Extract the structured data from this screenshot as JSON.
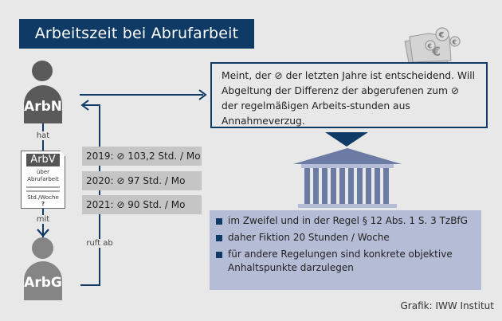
{
  "title": "Arbeitszeit bei Abrufarbeit",
  "persons": {
    "employee": {
      "label": "ArbN",
      "color": "#5a5a5a"
    },
    "employer": {
      "label": "ArbG",
      "color": "#858585"
    }
  },
  "connectors": {
    "hat": "hat",
    "mit": "mit",
    "ruft_ab": "ruft ab"
  },
  "contract": {
    "title": "ArbV",
    "line1": "über",
    "line2": "Abrufarbeit",
    "hours": "Std./Woche",
    "question": "?"
  },
  "years": [
    {
      "label": "2019:  ⊘ 103,2 Std. / Mo"
    },
    {
      "label": "2020:  ⊘ 97 Std. / Mo"
    },
    {
      "label": "2021:  ⊘ 90 Std. / Mo"
    }
  ],
  "claim_text": "Meint, der ⊘ der letzten Jahre ist entscheidend. Will Abgeltung der Differenz der abgerufenen zum ⊘ der regelmäßigen Arbeits-stunden aus Annahmeverzug.",
  "court_findings": [
    {
      "text": "im Zweifel und in der Regel § 12 Abs. 1 S. 3 TzBfG"
    },
    {
      "text": "daher Fiktion 20 Stunden / Woche"
    },
    {
      "text": "für andere Regelungen sind konkrete objektive Anhaltspunkte darzulegen"
    }
  ],
  "credit": "Grafik: IWW Institut",
  "colors": {
    "navy": "#0f3a66",
    "background": "#e8e8e8",
    "bullets_bg": "#b5bdd6",
    "court_icon": "#6b7ba3"
  }
}
